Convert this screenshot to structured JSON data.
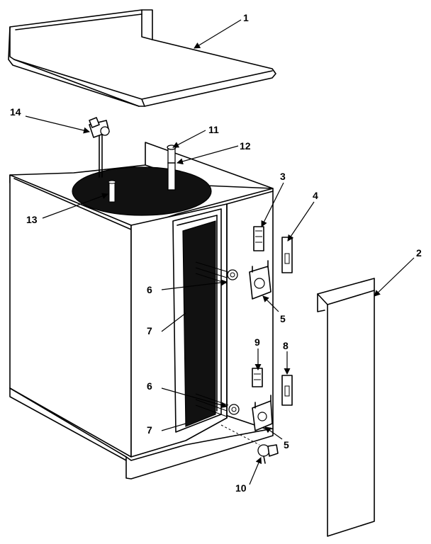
{
  "callouts": {
    "c1": "1",
    "c2": "2",
    "c3": "3",
    "c4": "4",
    "c5a": "5",
    "c5b": "5",
    "c6a": "6",
    "c6b": "6",
    "c7a": "7",
    "c7b": "7",
    "c8": "8",
    "c9": "9",
    "c10": "10",
    "c11": "11",
    "c12": "12",
    "c13": "13",
    "c14": "14"
  },
  "colors": {
    "line": "#000000",
    "tank": "#111111",
    "background": "#ffffff"
  }
}
